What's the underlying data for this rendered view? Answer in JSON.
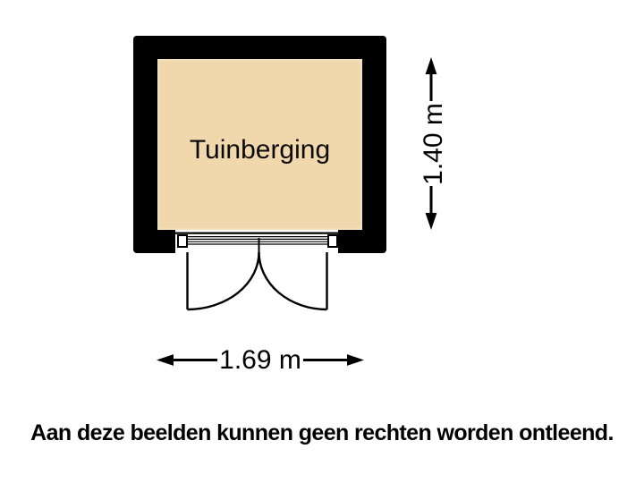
{
  "floorplan": {
    "room_label": "Tuinberging",
    "height_dimension_label": "1.40 m",
    "width_dimension_label": "1.69 m",
    "caption": "Aan deze beelden kunnen geen rechten worden ontleend.",
    "colors": {
      "floor": "#F0D8AC",
      "wall": "#000000",
      "line": "#000000",
      "label_bg": "#FFFFFF",
      "background": "#FFFFFF"
    }
  }
}
